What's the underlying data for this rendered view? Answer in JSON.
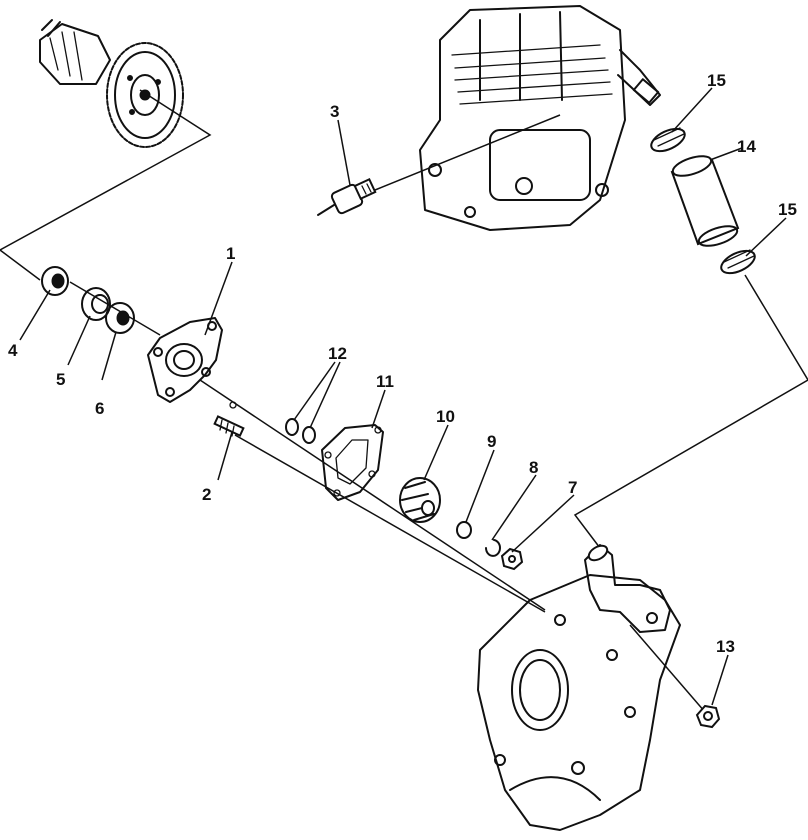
{
  "callouts": {
    "c1": "1",
    "c2": "2",
    "c3": "3",
    "c4": "4",
    "c5": "5",
    "c6": "6",
    "c7": "7",
    "c8": "8",
    "c9": "9",
    "c10": "10",
    "c11": "11",
    "c12": "12",
    "c13": "13",
    "c14": "14",
    "c15a": "15",
    "c15b": "15"
  }
}
